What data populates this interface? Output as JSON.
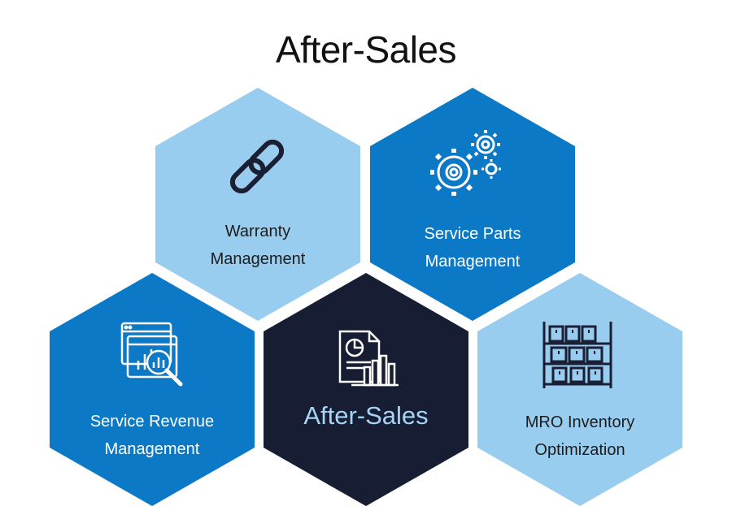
{
  "title": "After-Sales",
  "colors": {
    "light_blue": "#99cdf0",
    "mid_blue": "#0c79c6",
    "navy": "#171d33",
    "dark_text": "#1c1c1c",
    "white_text": "#ffffff",
    "center_text": "#a5d4f4"
  },
  "hexagons": [
    {
      "label_line1": "Warranty",
      "label_line2": "Management",
      "icon": "chain-link-icon"
    },
    {
      "label_line1": "Service Parts",
      "label_line2": "Management",
      "icon": "gears-icon"
    },
    {
      "label_line1": "Service Revenue",
      "label_line2": "Management",
      "icon": "analytics-search-icon"
    },
    {
      "label": "After-Sales",
      "icon": "report-chart-icon"
    },
    {
      "label_line1": "MRO Inventory",
      "label_line2": "Optimization",
      "icon": "warehouse-shelves-icon"
    }
  ]
}
